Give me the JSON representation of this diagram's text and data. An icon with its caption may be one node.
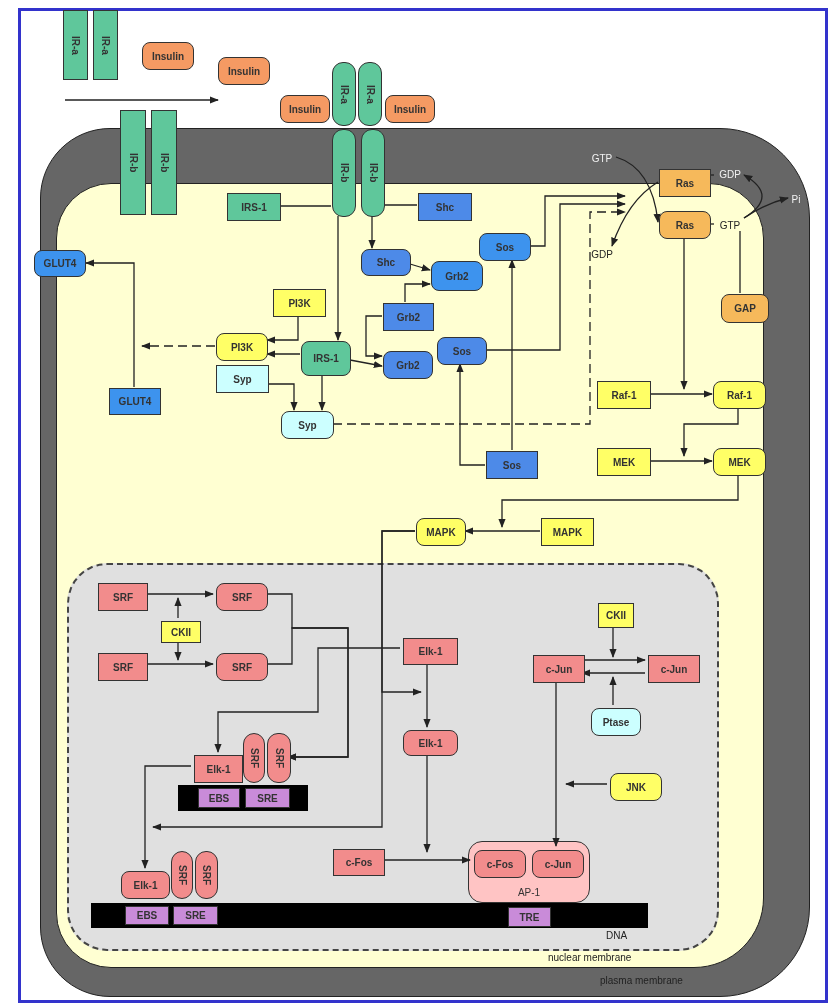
{
  "diagram": {
    "nodes": [
      {
        "text": [],
        "shape": "box"
      },
      {
        "text": [
          "IR-a"
        ]
      },
      {
        "text": [
          "IR-a"
        ]
      },
      {
        "text": [
          "Insulin"
        ]
      },
      {
        "text": [
          "Insulin"
        ]
      },
      {
        "text": [
          "IR-a"
        ]
      },
      {
        "text": [
          "IR-a"
        ]
      },
      {
        "text": [
          "Insulin"
        ]
      },
      {
        "text": [
          "Insulin"
        ]
      },
      {
        "text": [
          "IR-b"
        ]
      },
      {
        "text": [
          "IR-b"
        ]
      },
      {
        "text": [
          "IR-b"
        ],
        "in": 0
      },
      {
        "text": [
          "IR-b"
        ],
        "in": 0
      },
      {
        "text": [
          "GTP"
        ],
        "in": 0
      },
      {
        "text": [
          "Ras"
        ],
        "in": 0
      },
      {
        "text": [
          "GDP"
        ],
        "in": 0
      },
      {
        "text": [
          "Pi"
        ],
        "in": 0
      },
      {
        "text": [
          "IRS-1"
        ],
        "in": 0
      },
      {
        "text": [
          "Shc"
        ],
        "in": 0
      },
      {
        "text": [
          "Ras"
        ],
        "in": 0
      },
      {
        "text": [
          "GTP"
        ],
        "in": 0
      },
      {
        "text": [
          "GDP"
        ],
        "in": 0
      },
      {
        "text": [
          "GLUT4"
        ]
      },
      {
        "text": [
          "Shc"
        ],
        "in": 0
      },
      {
        "text": [
          "Sos"
        ],
        "in": 0
      },
      {
        "text": [
          "Grb2"
        ],
        "in": 0
      },
      {
        "text": [
          "PI3K"
        ],
        "in": 0
      },
      {
        "text": [
          "GAP"
        ],
        "in": 0
      },
      {
        "text": [
          "Grb2"
        ],
        "in": 0
      },
      {
        "text": [
          "Sos"
        ],
        "in": 0
      },
      {
        "text": [
          "PI3K"
        ],
        "in": 0
      },
      {
        "text": [
          "IRS-1"
        ],
        "in": 0
      },
      {
        "text": [
          "Grb2"
        ],
        "in": 0
      },
      {
        "text": [
          "Syp"
        ],
        "in": 0
      },
      {
        "text": [
          "Raf-1"
        ],
        "in": 0
      },
      {
        "text": [
          "Raf-1"
        ],
        "in": 0
      },
      {
        "text": [
          "GLUT4"
        ],
        "in": 0
      },
      {
        "text": [
          "Syp"
        ],
        "in": 0
      },
      {
        "text": [
          "MEK"
        ],
        "in": 0
      },
      {
        "text": [
          "MEK"
        ],
        "in": 0
      },
      {
        "text": [
          "Sos"
        ],
        "in": 0
      },
      {
        "text": [
          "MAPK"
        ],
        "in": 0
      },
      {
        "text": [
          "MAPK"
        ],
        "in": 0
      },
      {
        "text": [],
        "shape": "box",
        "in": 0
      },
      {
        "text": [
          "SRF"
        ],
        "in": 43
      },
      {
        "text": [
          "SRF"
        ],
        "in": 43
      },
      {
        "text": [
          "CKII"
        ],
        "in": 43
      },
      {
        "text": [
          "CKII"
        ],
        "in": 43
      },
      {
        "text": [
          "SRF"
        ],
        "in": 43
      },
      {
        "text": [
          "SRF"
        ],
        "in": 43
      },
      {
        "text": [
          "Elk-1"
        ],
        "in": 43
      },
      {
        "text": [
          "c-Jun"
        ],
        "in": 43
      },
      {
        "text": [
          "c-Jun"
        ],
        "in": 43
      },
      {
        "text": [
          "Ptase"
        ],
        "in": 43
      },
      {
        "text": [
          "Elk-1"
        ],
        "in": 43
      },
      {
        "text": [
          "SRF"
        ],
        "in": 43
      },
      {
        "text": [
          "SRF"
        ],
        "in": 43
      },
      {
        "text": [
          "Elk-1"
        ],
        "in": 43
      },
      {
        "text": [],
        "shape": "bar",
        "in": 43
      },
      {
        "text": [
          "EBS"
        ],
        "in": 58
      },
      {
        "text": [
          "SRE"
        ],
        "in": 58
      },
      {
        "text": [
          "JNK"
        ],
        "in": 43
      },
      {
        "text": [
          "AP-1"
        ],
        "in": 43
      },
      {
        "text": [
          "c-Fos"
        ],
        "in": 43
      },
      {
        "text": [
          "c-Fos"
        ],
        "in": 62
      },
      {
        "text": [
          "c-Jun"
        ],
        "in": 62
      },
      {
        "text": [
          "SRF"
        ],
        "in": 43
      },
      {
        "text": [
          "SRF"
        ],
        "in": 43
      },
      {
        "text": [
          "Elk-1"
        ],
        "in": 43
      },
      {
        "text": [],
        "shape": "bar",
        "in": 43
      },
      {
        "text": [
          "EBS"
        ],
        "in": 69
      },
      {
        "text": [
          "SRE"
        ],
        "in": 69
      },
      {
        "text": [
          "TRE"
        ],
        "in": 69
      }
    ],
    "edges": [
      {
        "from": 17,
        "to": 11,
        "arrow": "none"
      },
      {
        "from": 11,
        "to": 31,
        "arrow": "to"
      },
      {
        "from": 18,
        "to": 12,
        "arrow": "none"
      },
      {
        "from": 12,
        "to": 23,
        "arrow": "to"
      },
      {
        "from": 23,
        "to": 25,
        "arrow": "to"
      },
      {
        "from": 28,
        "to": 25,
        "arrow": "to"
      },
      {
        "from": 31,
        "to": 32,
        "arrow": "to"
      },
      {
        "from": 28,
        "to": 32,
        "arrow": "to"
      },
      {
        "from": 40,
        "to": 24,
        "arrow": "to"
      },
      {
        "from": 40,
        "to": 29,
        "arrow": "to"
      },
      {
        "from": 26,
        "to": 30,
        "arrow": "to"
      },
      {
        "from": 31,
        "to": 30,
        "arrow": "to"
      },
      {
        "from": 33,
        "to": 37,
        "arrow": "to"
      },
      {
        "from": 31,
        "to": 37,
        "arrow": "to"
      },
      {
        "from": 30,
        "to": null,
        "arrow": "to",
        "style": "dashed"
      },
      {
        "from": 36,
        "to": 22,
        "arrow": "to"
      },
      {
        "from": 24,
        "to": null,
        "arrow": "to"
      },
      {
        "from": 29,
        "to": null,
        "arrow": "to"
      },
      {
        "from": 37,
        "to": null,
        "arrow": "to",
        "style": "dashed"
      },
      {
        "from": 13,
        "to": 19,
        "arrow": "to"
      },
      {
        "from": 14,
        "to": 21,
        "arrow": "to"
      },
      {
        "from": 19,
        "to": 20,
        "arrow": "none"
      },
      {
        "from": 14,
        "to": 15,
        "arrow": "none"
      },
      {
        "from": 20,
        "to": 15,
        "arrow": "to"
      },
      {
        "from": 20,
        "to": 16,
        "arrow": "to"
      },
      {
        "from": 27,
        "to": 20,
        "arrow": "none"
      },
      {
        "from": 19,
        "to": null,
        "arrow": "to"
      },
      {
        "from": 34,
        "to": 35,
        "arrow": "to"
      },
      {
        "from": 35,
        "to": null,
        "arrow": "to"
      },
      {
        "from": 38,
        "to": 39,
        "arrow": "to"
      },
      {
        "from": 39,
        "to": null,
        "arrow": "to"
      },
      {
        "from": 42,
        "to": 41,
        "arrow": "to"
      },
      {
        "from": 41,
        "to": null,
        "arrow": "to"
      },
      {
        "from": 41,
        "to": null,
        "arrow": "to"
      },
      {
        "from": 44,
        "to": 45,
        "arrow": "to"
      },
      {
        "from": 48,
        "to": 49,
        "arrow": "to"
      },
      {
        "from": 46,
        "to": null,
        "arrow": "to"
      },
      {
        "from": 46,
        "to": null,
        "arrow": "to"
      },
      {
        "from": 45,
        "to": 56,
        "arrow": "to"
      },
      {
        "from": 49,
        "to": 56,
        "arrow": "to"
      },
      {
        "from": 50,
        "to": 57,
        "arrow": "to"
      },
      {
        "from": 50,
        "to": 54,
        "arrow": "to"
      },
      {
        "from": 57,
        "to": 68,
        "arrow": "to"
      },
      {
        "from": 54,
        "to": null,
        "arrow": "to"
      },
      {
        "from": 63,
        "to": 64,
        "arrow": "to"
      },
      {
        "from": 51,
        "to": 52,
        "arrow": "to"
      },
      {
        "from": 52,
        "to": 51,
        "arrow": "to"
      },
      {
        "from": 47,
        "to": null,
        "arrow": "to"
      },
      {
        "from": 53,
        "to": null,
        "arrow": "to"
      },
      {
        "from": 61,
        "to": null,
        "arrow": "to"
      },
      {
        "from": 51,
        "to": 65,
        "arrow": "to"
      }
    ],
    "labels": [
      "DNA",
      "nuclear membrane",
      "plasma membrane"
    ]
  }
}
